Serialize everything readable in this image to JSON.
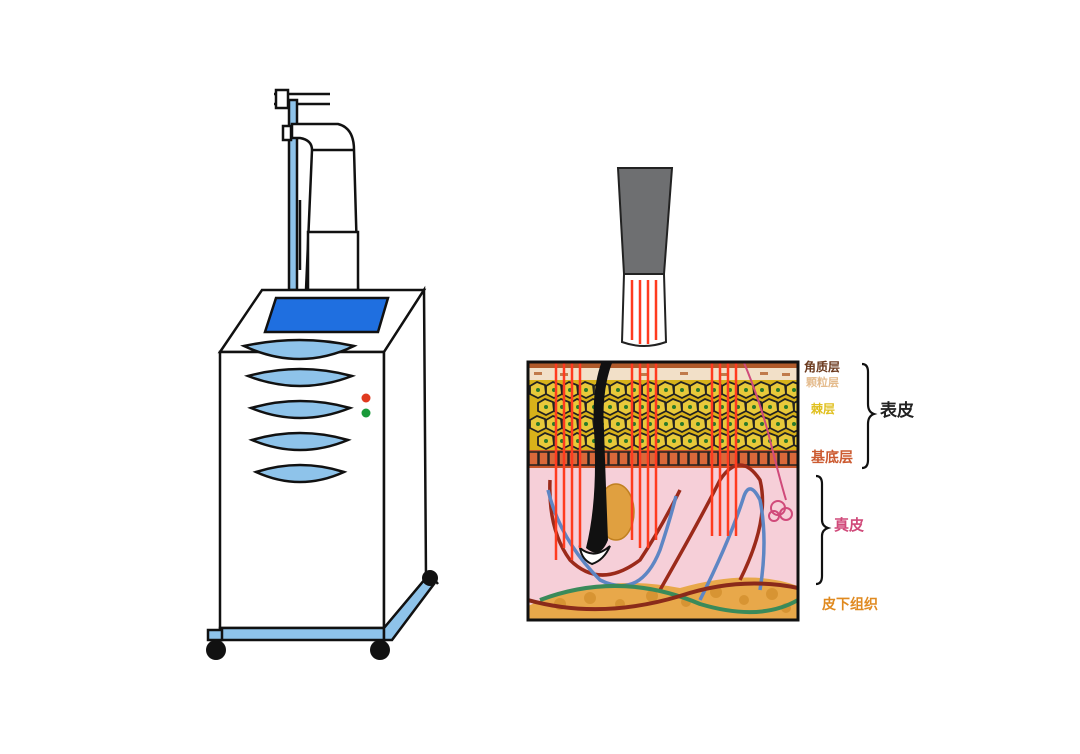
{
  "labels": {
    "stratum_corneum": "角质层",
    "stratum_granulosum": "颗粒层",
    "stratum_spinosum": "棘层",
    "stratum_basale": "基底层",
    "epidermis": "表皮",
    "dermis": "真皮",
    "subcutaneous": "皮下组织"
  },
  "colors": {
    "corneum": "#6b3a1e",
    "granulosum": "#e0b07a",
    "spinosum": "#e0c020",
    "basale": "#cc5a30",
    "epidermis": "#222222",
    "dermis": "#d04a7a",
    "subcutaneous": "#e08a20",
    "machine_screen": "#1f6fe0",
    "machine_panel": "#8ec3ea",
    "laser": "#ff3b1f",
    "probe": "#6e6f71"
  },
  "icons": {
    "machine": "laser-hair-removal-machine-icon",
    "handpiece": "laser-handpiece-icon",
    "hair": "hair-follicle-icon"
  }
}
